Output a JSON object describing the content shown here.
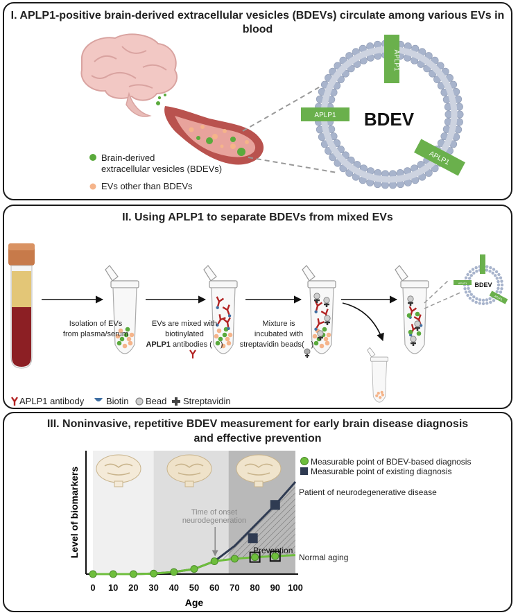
{
  "panel1": {
    "title": "I. APLP1-positive brain-derived extracellular vesicles (BDEVs) circulate among various EVs in blood",
    "bdev_label": "BDEV",
    "aplp1_label": "APLP1",
    "legend": [
      {
        "text1": "Brain-derived",
        "text2": "extracellular vesicles (BDEVs)",
        "color": "#5aaa3c"
      },
      {
        "text1": "EVs other than BDEVs",
        "text2": "",
        "color": "#f5b48a"
      }
    ]
  },
  "panel2": {
    "title": "II. Using APLP1 to separate BDEVs from mixed EVs",
    "steps": [
      {
        "line1": "Isolation of EVs",
        "line2": "from plasma/serum",
        "line3": ""
      },
      {
        "line1": "EVs are mixed with",
        "line2": "biotinylated",
        "line3_bold": "APLP1",
        "line3": " antibodies ("
      },
      {
        "line1": "Mixture is",
        "line2": "incubated with",
        "line3": "streptavidin beads("
      }
    ],
    "step3_close": ")",
    "bdev_label": "BDEV",
    "aplp1_label": "APLP1",
    "legend": [
      "APLP1 antibody",
      "Biotin",
      "Bead",
      "Streptavidin"
    ]
  },
  "panel3": {
    "title_line1": "III. Noninvasive, repetitive BDEV measurement for early brain disease diagnosis",
    "title_line2": "and effective prevention",
    "ylabel": "Level of biomarkers",
    "xlabel": "Age",
    "legend_bdev": "Measurable point of BDEV-based diagnosis",
    "legend_existing": "Measurable point of existing diagnosis",
    "label_patient": "Patient of neurodegenerative disease",
    "label_normal": "Normal aging",
    "label_prevention": "Prevention",
    "onset_line1": "Time of onset",
    "onset_line2": "neurodegeneration"
  },
  "chart_data": {
    "type": "line",
    "x_ticks": [
      0,
      10,
      20,
      30,
      40,
      50,
      60,
      70,
      80,
      90,
      100
    ],
    "xlim": [
      0,
      100
    ],
    "xlabel": "Age",
    "ylabel": "Level of biomarkers",
    "series": [
      {
        "name": "Patient of neurodegenerative disease",
        "x": [
          0,
          10,
          20,
          30,
          40,
          50,
          60,
          70,
          80,
          90,
          100
        ],
        "y": [
          0,
          0,
          0,
          0.2,
          0.8,
          2,
          5,
          11,
          19,
          27,
          36
        ],
        "color": "#2f3b52"
      },
      {
        "name": "Normal aging",
        "x": [
          0,
          10,
          20,
          30,
          40,
          50,
          60,
          70,
          80,
          90,
          100
        ],
        "y": [
          0,
          0,
          0,
          0.2,
          0.8,
          2,
          5,
          6,
          6.6,
          7,
          7.4
        ],
        "color": "#6ebe3c"
      }
    ],
    "bdev_points": {
      "x": [
        0,
        10,
        20,
        30,
        40,
        50,
        60,
        70,
        80,
        90
      ],
      "y": [
        0,
        0,
        0,
        0.2,
        0.8,
        2,
        5,
        6,
        6.6,
        7
      ],
      "color": "#6ebe3c"
    },
    "existing_points": {
      "x": [
        79,
        90
      ],
      "y": [
        14,
        27
      ],
      "color": "#2f3b52"
    },
    "onset_age": 60,
    "ylim": [
      0,
      46
    ],
    "bands": [
      {
        "from": 0,
        "to": 30,
        "color": "#f0f0f0"
      },
      {
        "from": 30,
        "to": 67,
        "color": "#dedede"
      },
      {
        "from": 67,
        "to": 100,
        "color": "#b9b9b9"
      }
    ]
  }
}
